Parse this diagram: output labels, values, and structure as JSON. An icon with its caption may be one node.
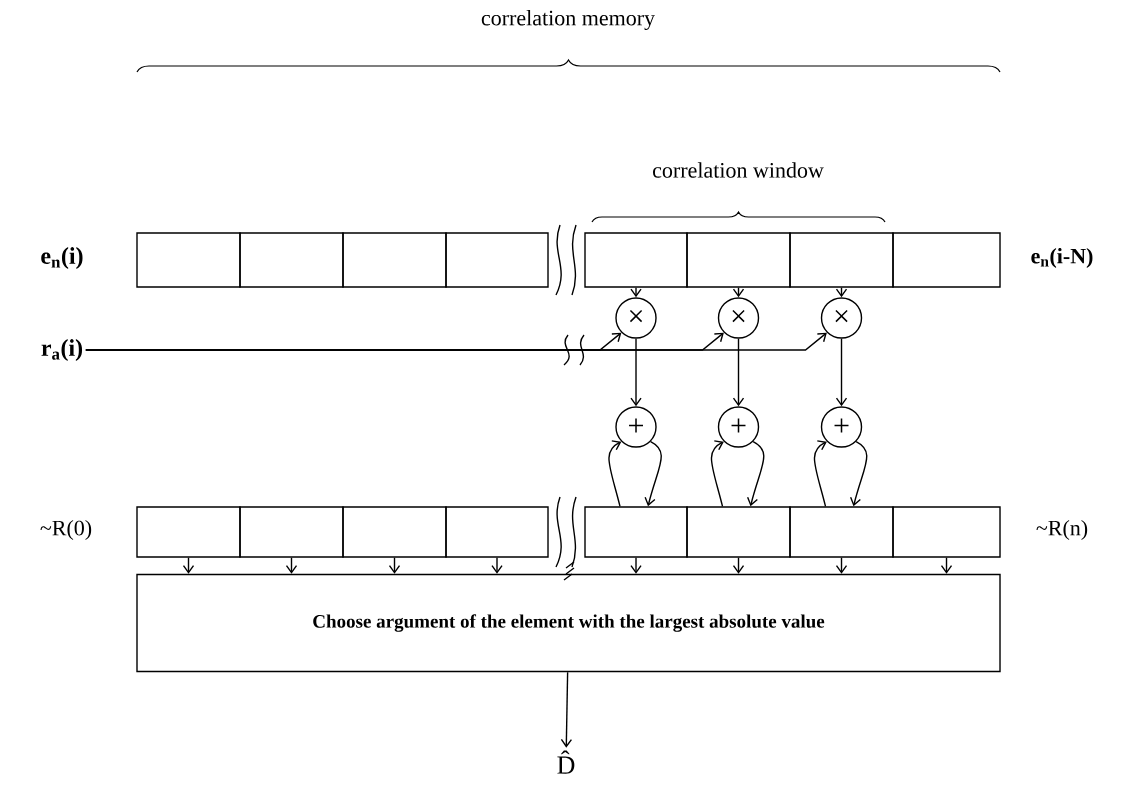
{
  "diagram": {
    "nodes": [
      {
        "text": [],
        "shape": "box"
      },
      {
        "text": [],
        "shape": "box"
      },
      {
        "text": [],
        "shape": "box"
      },
      {
        "text": [],
        "shape": "box"
      },
      {
        "text": [],
        "shape": "box"
      },
      {
        "text": [],
        "shape": "box"
      },
      {
        "text": [],
        "shape": "box"
      },
      {
        "text": [],
        "shape": "box"
      },
      {
        "text": [
          "r$_{a}$(i)"
        ]
      },
      {
        "text": [
          "×"
        ]
      },
      {
        "text": [
          "×"
        ]
      },
      {
        "text": [
          "×"
        ]
      },
      {
        "text": [
          "+"
        ]
      },
      {
        "text": [
          "+"
        ]
      },
      {
        "text": [
          "+"
        ]
      },
      {
        "text": [],
        "shape": "box"
      },
      {
        "text": [],
        "shape": "box"
      },
      {
        "text": [],
        "shape": "box"
      },
      {
        "text": [],
        "shape": "box"
      },
      {
        "text": [],
        "shape": "box"
      },
      {
        "text": [],
        "shape": "box"
      },
      {
        "text": [],
        "shape": "box"
      },
      {
        "text": [],
        "shape": "box"
      },
      {
        "text": [
          "Choose argument of the element with the largest absolute value"
        ]
      },
      {
        "text": [
          "D̂"
        ]
      }
    ],
    "edges": [
      {
        "from": 4,
        "to": 9,
        "arrow": "to"
      },
      {
        "from": 5,
        "to": 10,
        "arrow": "to"
      },
      {
        "from": 6,
        "to": 11,
        "arrow": "to"
      },
      {
        "from": 8,
        "to": 9,
        "arrow": "to"
      },
      {
        "from": 8,
        "to": 10,
        "arrow": "to"
      },
      {
        "from": 8,
        "to": 11,
        "arrow": "to"
      },
      {
        "from": 9,
        "to": 12,
        "arrow": "to"
      },
      {
        "from": 10,
        "to": 13,
        "arrow": "to"
      },
      {
        "from": 11,
        "to": 14,
        "arrow": "to"
      },
      {
        "from": 19,
        "to": 12,
        "arrow": "to"
      },
      {
        "from": 12,
        "to": 19,
        "arrow": "to"
      },
      {
        "from": 20,
        "to": 13,
        "arrow": "to"
      },
      {
        "from": 13,
        "to": 20,
        "arrow": "to"
      },
      {
        "from": 21,
        "to": 14,
        "arrow": "to"
      },
      {
        "from": 14,
        "to": 21,
        "arrow": "to"
      },
      {
        "from": 15,
        "to": 23,
        "arrow": "to"
      },
      {
        "from": 16,
        "to": 23,
        "arrow": "to"
      },
      {
        "from": 17,
        "to": 23,
        "arrow": "to"
      },
      {
        "from": 18,
        "to": 23,
        "arrow": "to"
      },
      {
        "from": 19,
        "to": 23,
        "arrow": "to"
      },
      {
        "from": 20,
        "to": 23,
        "arrow": "to"
      },
      {
        "from": 21,
        "to": 23,
        "arrow": "to"
      },
      {
        "from": 22,
        "to": 23,
        "arrow": "to"
      },
      {
        "from": 23,
        "to": 24,
        "arrow": "to"
      }
    ],
    "labels": [
      "correlation memory",
      "correlation window",
      "e$_{n}$(i)",
      "e$_{n}$(i-N)",
      "~R(0)",
      "~R(n)"
    ]
  }
}
